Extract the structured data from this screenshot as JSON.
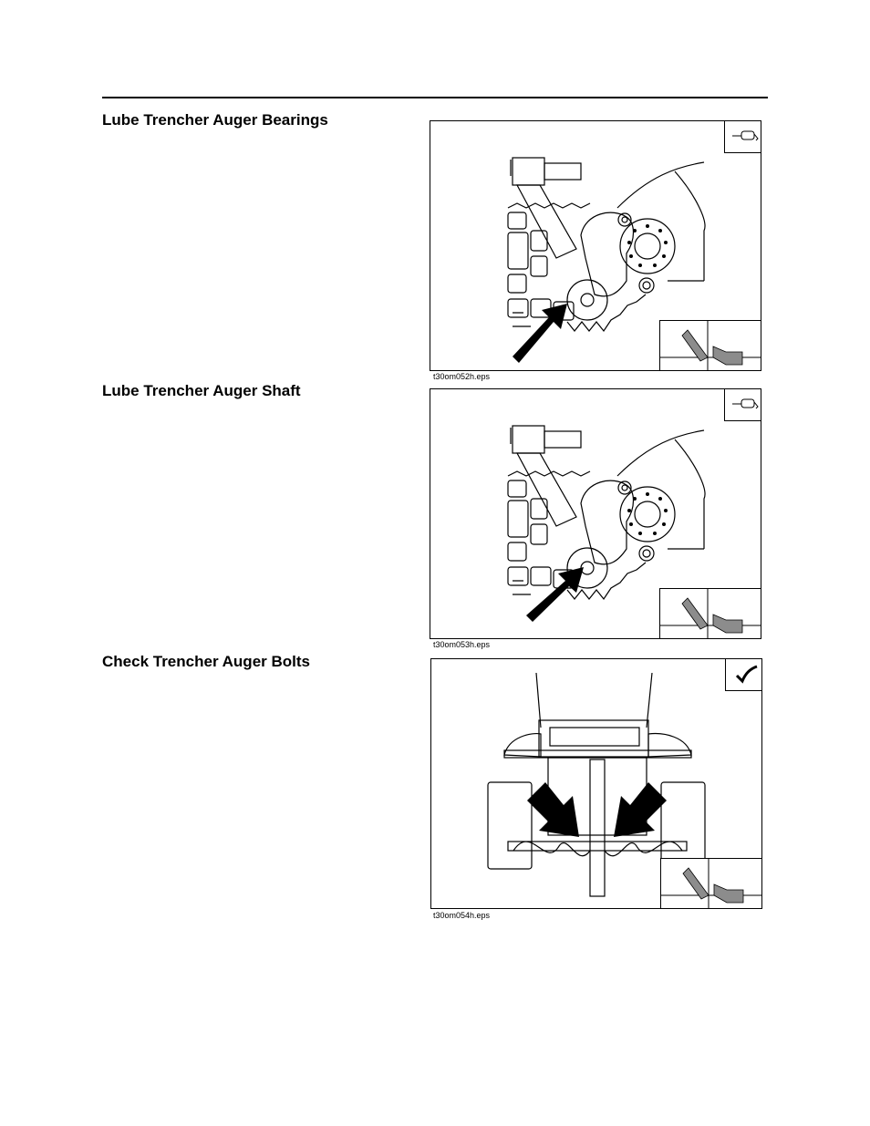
{
  "sections": [
    {
      "heading": "Lube Trencher Auger Bearings",
      "caption": "t30om052h.eps",
      "icon": "grease-gun-icon",
      "arrow_target": "auger bearing"
    },
    {
      "heading": "Lube Trencher Auger Shaft",
      "caption": "t30om053h.eps",
      "icon": "grease-gun-icon",
      "arrow_target": "auger shaft"
    },
    {
      "heading": "Check Trencher Auger Bolts",
      "caption": "t30om054h.eps",
      "icon": "check-mark-icon",
      "arrow_target": "auger bolts"
    }
  ],
  "colors": {
    "ink": "#000000",
    "inset_gray": "#8c8c8c"
  }
}
